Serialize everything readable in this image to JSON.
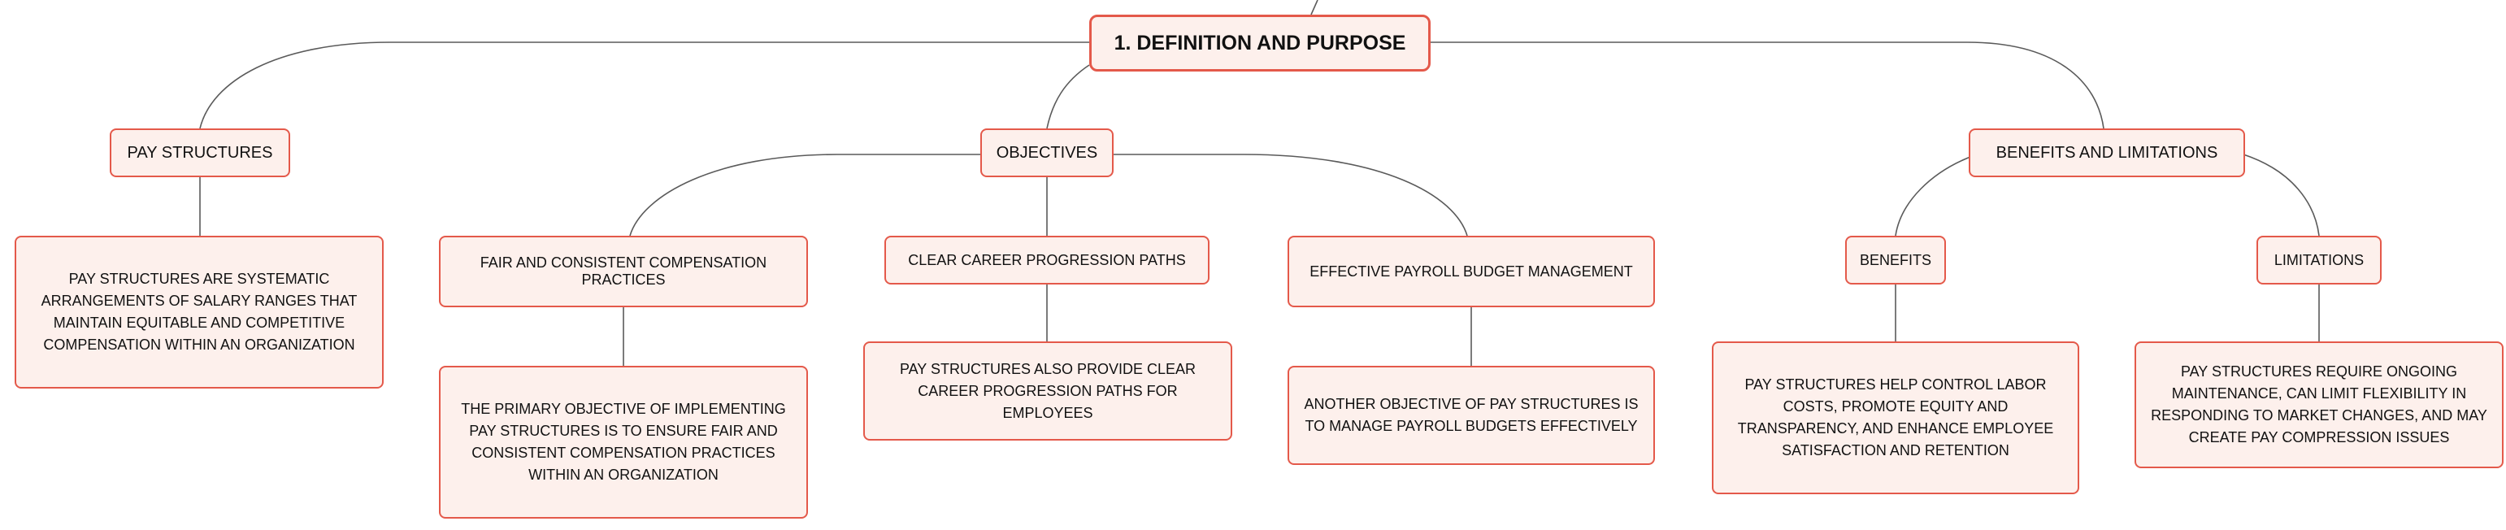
{
  "diagram": {
    "root": "1. DEFINITION AND PURPOSE",
    "pay_structures": {
      "label": "PAY STRUCTURES",
      "detail": "PAY STRUCTURES ARE SYSTEMATIC ARRANGEMENTS OF SALARY RANGES THAT MAINTAIN EQUITABLE AND COMPETITIVE COMPENSATION WITHIN AN ORGANIZATION"
    },
    "objectives": {
      "label": "OBJECTIVES",
      "items": [
        {
          "label": "FAIR AND CONSISTENT COMPENSATION PRACTICES",
          "detail": "THE PRIMARY OBJECTIVE OF IMPLEMENTING PAY STRUCTURES IS TO ENSURE FAIR AND CONSISTENT COMPENSATION PRACTICES WITHIN AN ORGANIZATION"
        },
        {
          "label": "CLEAR CAREER PROGRESSION PATHS",
          "detail": "PAY STRUCTURES ALSO PROVIDE CLEAR CAREER PROGRESSION PATHS FOR EMPLOYEES"
        },
        {
          "label": "EFFECTIVE PAYROLL BUDGET MANAGEMENT",
          "detail": "ANOTHER OBJECTIVE OF PAY STRUCTURES IS TO MANAGE PAYROLL BUDGETS EFFECTIVELY"
        }
      ]
    },
    "benefits_limitations": {
      "label": "BENEFITS AND LIMITATIONS",
      "benefits": {
        "label": "BENEFITS",
        "detail": "PAY STRUCTURES HELP CONTROL LABOR COSTS, PROMOTE EQUITY AND TRANSPARENCY, AND ENHANCE EMPLOYEE SATISFACTION AND RETENTION"
      },
      "limitations": {
        "label": "LIMITATIONS",
        "detail": "PAY STRUCTURES REQUIRE ONGOING MAINTENANCE, CAN LIMIT FLEXIBILITY IN RESPONDING TO MARKET CHANGES, AND MAY CREATE PAY COMPRESSION ISSUES"
      }
    }
  },
  "colors": {
    "node_border": "#e4594a",
    "node_fill": "#fdf0ec",
    "connector": "#5a5a5a"
  }
}
